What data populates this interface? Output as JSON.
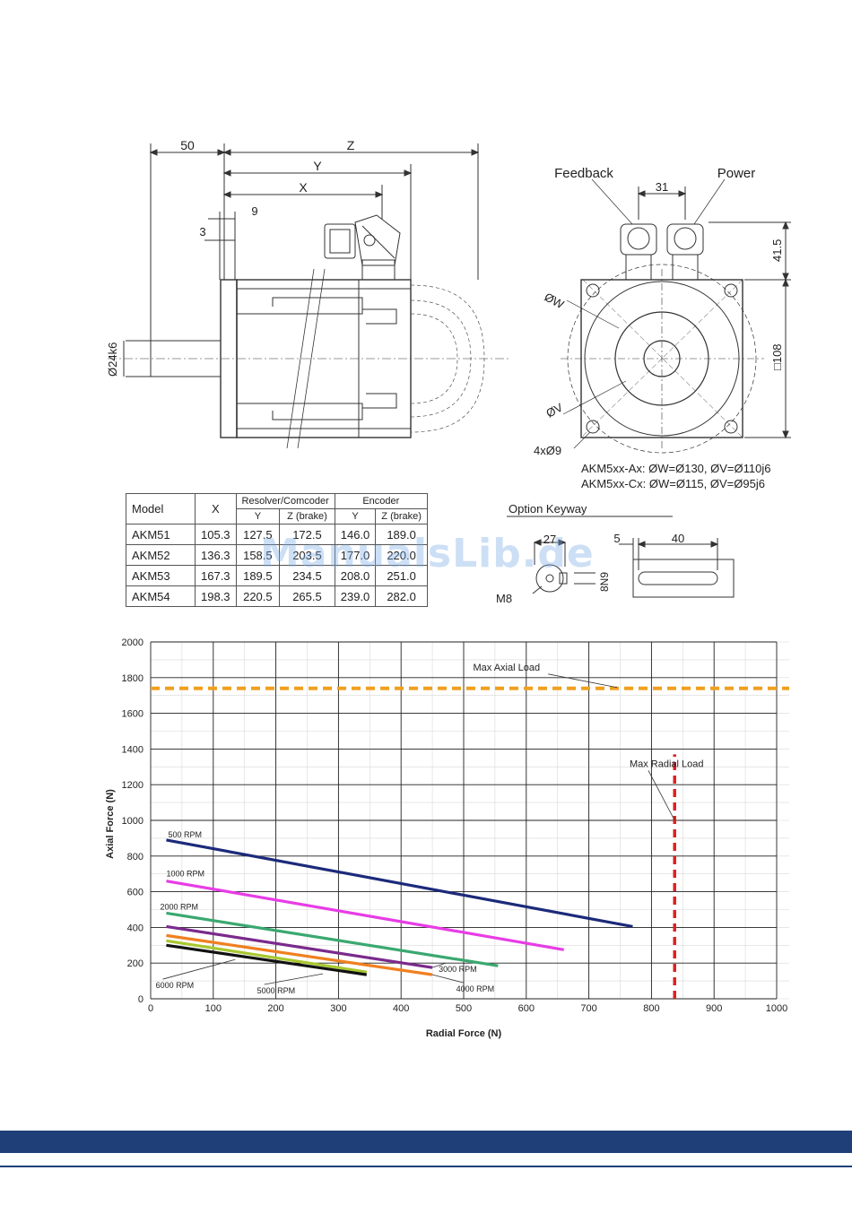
{
  "drawing": {
    "dim_50": "50",
    "dim_z": "Z",
    "dim_y": "Y",
    "dim_x": "X",
    "dim_9": "9",
    "dim_3": "3",
    "dim_shaft": "Ø24k6",
    "label_feedback": "Feedback",
    "label_power": "Power",
    "dim_31": "31",
    "dim_41_5": "41.5",
    "dim_108": "□108",
    "label_w": "ØW",
    "label_v": "ØV",
    "label_holes": "4xØ9",
    "variant_ax": "AKM5xx-Ax: ØW=Ø130, ØV=Ø110j6",
    "variant_cx": "AKM5xx-Cx: ØW=Ø115, ØV=Ø95j6"
  },
  "table": {
    "h_model": "Model",
    "h_x": "X",
    "h_resolver": "Resolver/Comcoder",
    "h_encoder": "Encoder",
    "h_y": "Y",
    "h_z": "Z (brake)",
    "rows": [
      {
        "model": "AKM51",
        "x": "105.3",
        "ry": "127.5",
        "rz": "172.5",
        "ey": "146.0",
        "ez": "189.0"
      },
      {
        "model": "AKM52",
        "x": "136.3",
        "ry": "158.5",
        "rz": "203.5",
        "ey": "177.0",
        "ez": "220.0"
      },
      {
        "model": "AKM53",
        "x": "167.3",
        "ry": "189.5",
        "rz": "234.5",
        "ey": "208.0",
        "ez": "251.0"
      },
      {
        "model": "AKM54",
        "x": "198.3",
        "ry": "220.5",
        "rz": "265.5",
        "ey": "239.0",
        "ez": "282.0"
      }
    ]
  },
  "keyway": {
    "title": "Option Keyway",
    "dim_27": "27",
    "dim_5": "5",
    "dim_40": "40",
    "dim_8n9": "8N9",
    "dim_m8": "M8"
  },
  "watermark": "ManualsLib.de",
  "chart_data": {
    "type": "line",
    "xlabel": "Radial Force (N)",
    "ylabel": "Axial Force (N)",
    "xlim": [
      0,
      1000
    ],
    "ylim": [
      0,
      2000
    ],
    "xticks": [
      "0",
      "100",
      "200",
      "300",
      "400",
      "500",
      "600",
      "700",
      "800",
      "900",
      "1000"
    ],
    "yticks": [
      "0",
      "200",
      "400",
      "600",
      "800",
      "1000",
      "1200",
      "1400",
      "1600",
      "1800",
      "2000"
    ],
    "grid": true,
    "series": [
      {
        "name": "500 RPM",
        "color": "#1c2a7a",
        "x": [
          25,
          770
        ],
        "y": [
          890,
          405
        ]
      },
      {
        "name": "1000 RPM",
        "color": "#e83ce6",
        "x": [
          25,
          660
        ],
        "y": [
          660,
          275
        ]
      },
      {
        "name": "2000 RPM",
        "color": "#3aa870",
        "x": [
          25,
          555
        ],
        "y": [
          480,
          185
        ]
      },
      {
        "name": "3000 RPM",
        "color": "#7a2a8c",
        "x": [
          25,
          450
        ],
        "y": [
          405,
          175
        ]
      },
      {
        "name": "4000 RPM",
        "color": "#f08020",
        "x": [
          25,
          450
        ],
        "y": [
          355,
          135
        ]
      },
      {
        "name": "5000 RPM",
        "color": "#a8c830",
        "x": [
          25,
          345
        ],
        "y": [
          325,
          150
        ]
      },
      {
        "name": "6000 RPM",
        "color": "#111111",
        "x": [
          25,
          345
        ],
        "y": [
          300,
          135
        ]
      }
    ],
    "limits": [
      {
        "name": "Max Axial Load",
        "orientation": "horizontal",
        "value": 1740,
        "color": "#f0a020"
      },
      {
        "name": "Max Radial Load",
        "orientation": "vertical",
        "value": 837,
        "ymax": 1370,
        "color": "#e02020"
      }
    ]
  }
}
